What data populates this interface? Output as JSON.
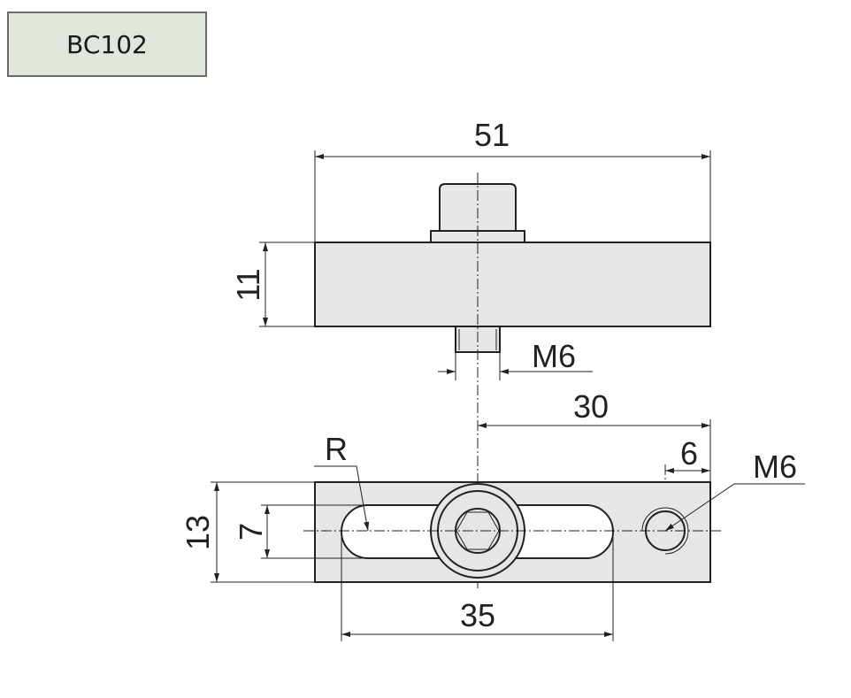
{
  "title": "BC102",
  "dimensions": {
    "overall_length": "51",
    "height": "11",
    "thread_top": "M6",
    "hole_offset": "30",
    "edge_offset": "6",
    "thread_right": "M6",
    "radius": "R",
    "width": "13",
    "slot_width": "7",
    "slot_length": "35"
  }
}
